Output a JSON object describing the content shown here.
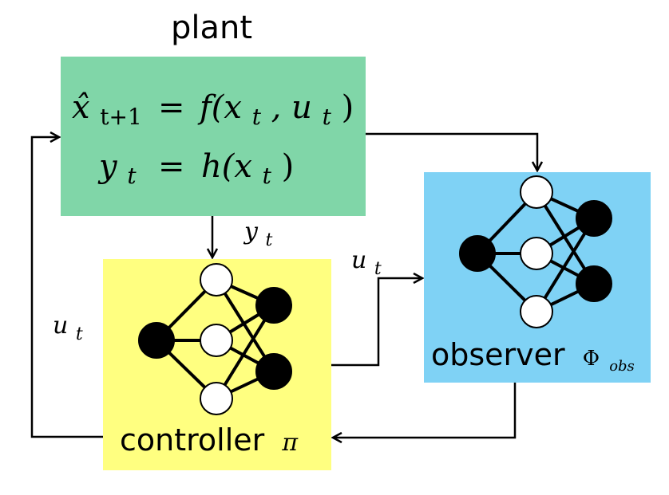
{
  "title": "plant",
  "plant": {
    "equation_1_lhs_base": "x̂",
    "equation_1_lhs_sub": "t+1",
    "equals_1": "=",
    "equation_1_rhs": "f(x",
    "equation_1_rhs_sub1": "t",
    "equation_1_comma": " , u",
    "equation_1_rhs_sub2": "t",
    "equation_1_close": ")",
    "equation_2_lhs_base": "y",
    "equation_2_lhs_sub": "t",
    "equals_2": "=",
    "equation_2_rhs": "h(x",
    "equation_2_rhs_sub": "t",
    "equation_2_close": ")"
  },
  "signals": {
    "plant_to_controller_base": "y",
    "plant_to_controller_sub": "t",
    "controller_to_observer_base": "u",
    "controller_to_observer_sub": "t",
    "feedback_base": "u",
    "feedback_sub": "t"
  },
  "controller": {
    "label": "controller",
    "symbol": "π"
  },
  "observer": {
    "label": "observer",
    "symbol_base": "Φ",
    "symbol_sub": "obs"
  },
  "colors": {
    "plant_fill": "#80d6a8",
    "controller_fill": "#ffff80",
    "observer_fill": "#7fd2f5",
    "line": "#000000",
    "node_white": "#ffffff",
    "node_black": "#000000"
  }
}
